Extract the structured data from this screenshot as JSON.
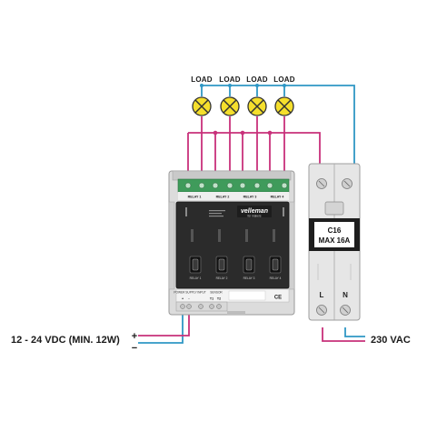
{
  "loads": {
    "load1": "LOAD",
    "load2": "LOAD",
    "load3": "LOAD",
    "load4": "LOAD"
  },
  "relays": {
    "relay1": "RELAY 1",
    "relay2": "RELAY 2",
    "relay3": "RELAY 3",
    "relay4": "RELAY 4",
    "sub1": "RELAY 1",
    "sub2": "RELAY 2",
    "sub3": "RELAY 3",
    "sub4": "RELAY 4"
  },
  "module": {
    "brand": "velleman",
    "tagline": "for makers",
    "power_label": "POWER SUPPLY",
    "input_label": "INPUT",
    "sensor_label": "SENSOR",
    "terminal_plus": "+",
    "terminal_minus": "-",
    "terminal_t1": "T1",
    "terminal_t2": "T2",
    "ce_mark": "CE"
  },
  "breaker": {
    "rating": "C16",
    "max": "MAX 16A",
    "terminal_l": "L",
    "terminal_n": "N"
  },
  "supply": {
    "dc_label": "12 - 24 VDC (MIN. 12W)",
    "plus": "+",
    "minus": "−",
    "ac_label": "230 VAC"
  },
  "colors": {
    "wire_magenta": "#c8307a",
    "wire_blue": "#2f97c5",
    "lamp_yellow": "#f5df2c",
    "module_dark": "#2b2b2b"
  }
}
